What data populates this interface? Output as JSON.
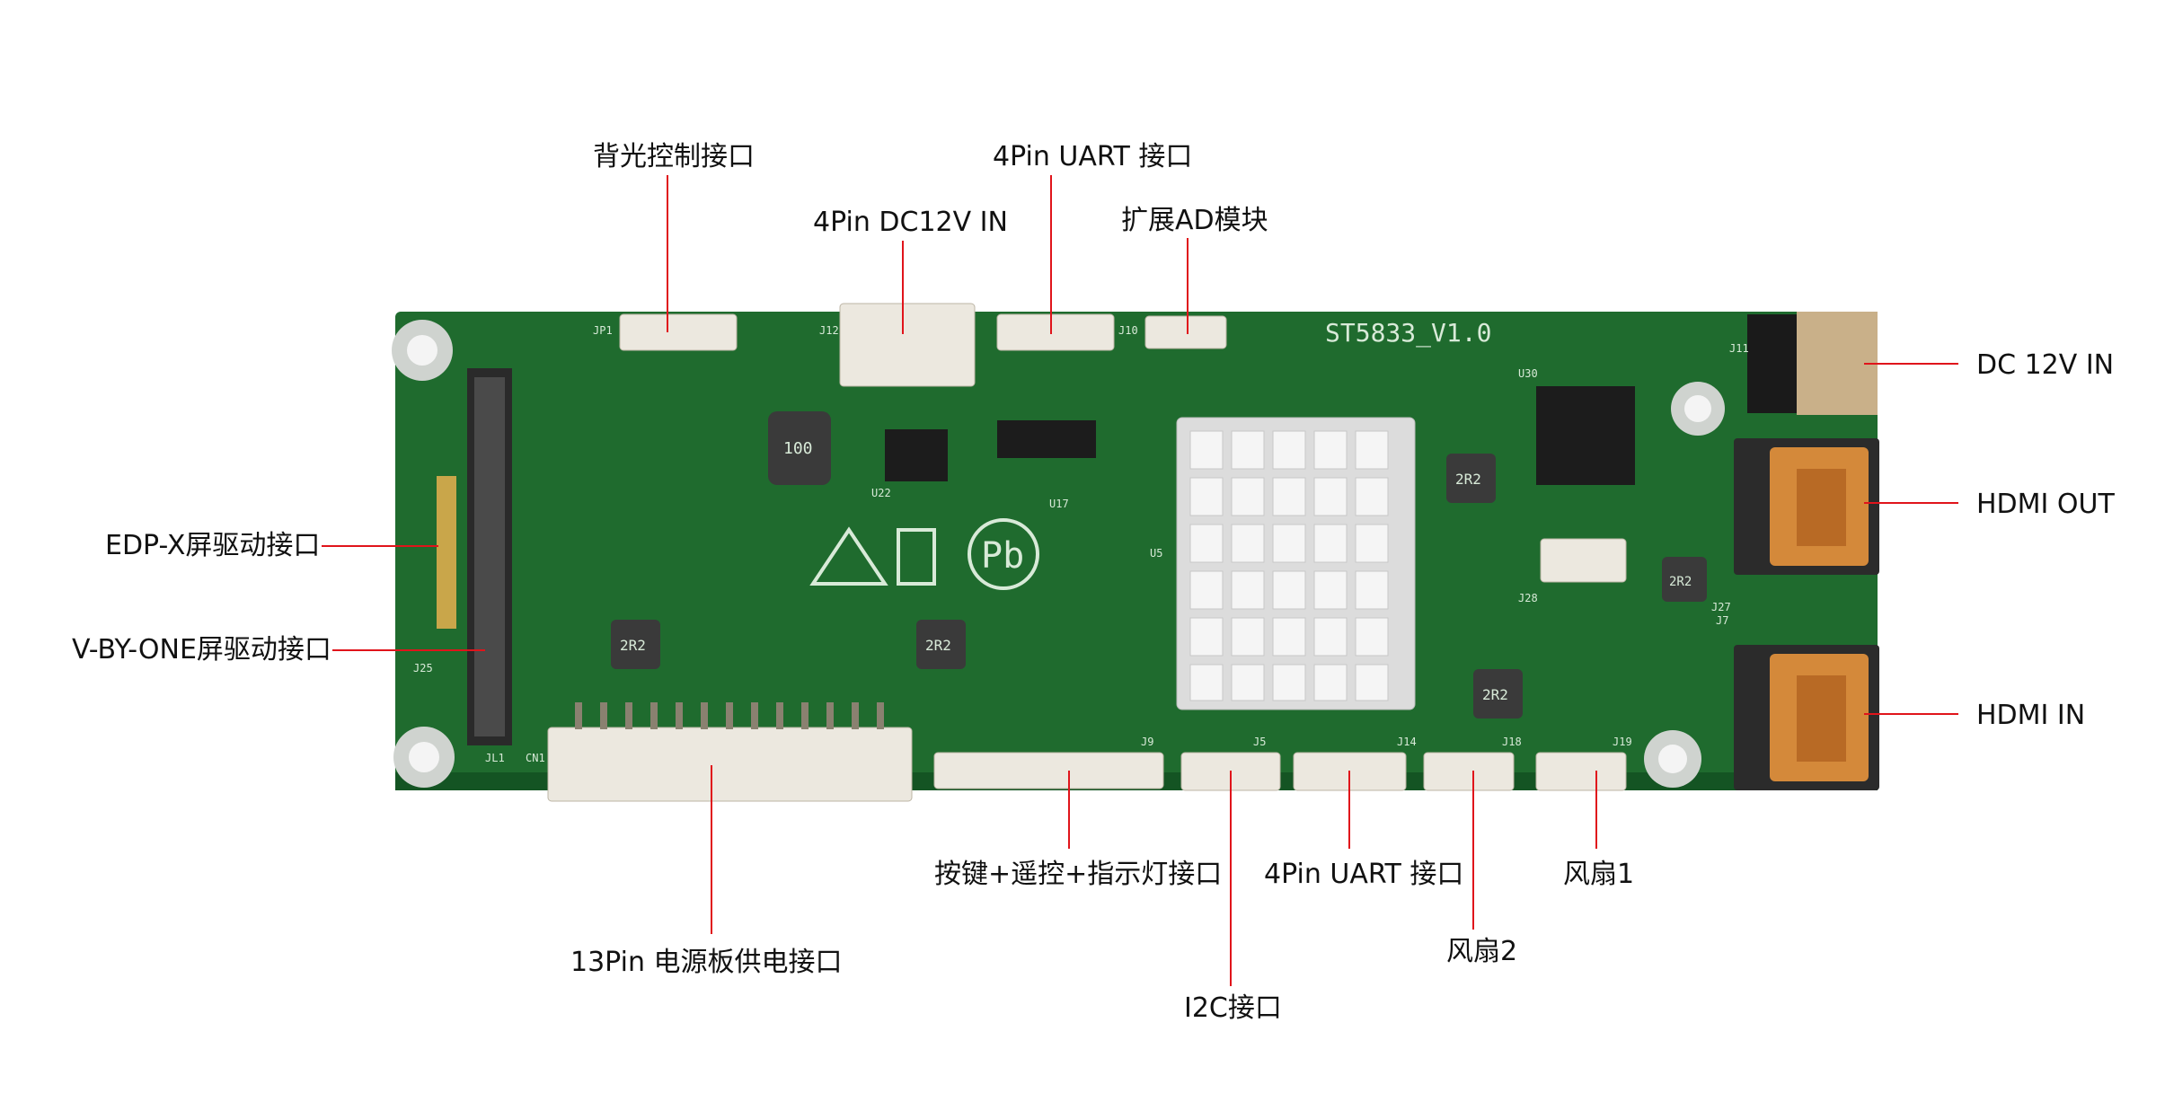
{
  "board": {
    "model_label": "ST5833_V1.0",
    "colors": {
      "pcb": "#1f6b2e",
      "pcb_dark": "#145423",
      "silkscreen": "#d8ead8",
      "leader_line": "#e0141b",
      "connector": "#ece8df",
      "heatsink": "#dcdcdc",
      "hdmi_gold": "#d4893a"
    }
  },
  "annotations": {
    "backlight": "背光控制接口",
    "uart_top": "4Pin UART 接口",
    "dc12v_in_top": "4Pin DC12V IN",
    "ad_module": "扩展AD模块",
    "dc12v_in": "DC 12V IN",
    "hdmi_out": "HDMI OUT",
    "hdmi_in": "HDMI IN",
    "edp_x": "EDP-X屏驱动接口",
    "vbyone": "V-BY-ONE屏驱动接口",
    "power_13pin": "13Pin 电源板供电接口",
    "keys_ir_led": "按键+遥控+指示灯接口",
    "uart_bottom": "4Pin UART 接口",
    "fan1": "风扇1",
    "fan2": "风扇2",
    "i2c": "I2C接口"
  },
  "silkscreen_labels": {
    "jp1": "JP1",
    "j12": "J12",
    "j10": "J10",
    "j11": "J11",
    "j25": "J25",
    "jl1": "JL1",
    "cn1": "CN1",
    "j5": "J5",
    "j14": "J14",
    "j18": "J18",
    "j19": "J19",
    "j9": "J9",
    "j7": "J7",
    "j27": "J27",
    "j28": "J28",
    "u17": "U17",
    "u22": "U22",
    "u30": "U30",
    "u5": "U5",
    "inductor_top": "100",
    "inductor_2r2": "2R2",
    "pb_mark": "Pb"
  }
}
